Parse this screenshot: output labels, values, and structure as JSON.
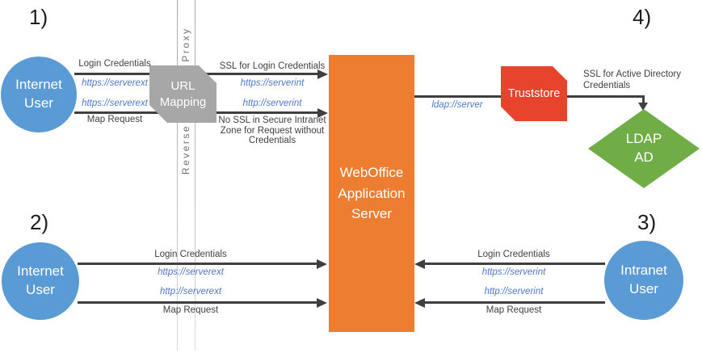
{
  "badges": {
    "one": "1)",
    "two": "2)",
    "three": "3)",
    "four": "4)"
  },
  "proxy": {
    "proxy": "Proxy",
    "reverse": "Reverse"
  },
  "nodes": {
    "internet_user_top": "Internet User",
    "internet_user_bottom": "Internet User",
    "intranet_user": "Intranet User",
    "url_mapping": "URL Mapping",
    "weboffice": "WebOffice Application Server",
    "truststore": "Truststore",
    "ldap_ad": "LDAP AD"
  },
  "flows": {
    "s1_user_to_proxy": {
      "label_top": "Login Credentials",
      "url_top": "https://serverext",
      "url_bottom": "https://serverext",
      "label_bottom": "Map Request"
    },
    "s1_proxy_to_server": {
      "label_top": "SSL for Login Credentials",
      "url_top": "https://serverint",
      "url_bottom": "http://serverint",
      "note": "No SSL in Secure Intranet Zone for Request without Credentials"
    },
    "server_to_truststore": {
      "url": "ldap://server"
    },
    "truststore_to_ldap": {
      "label": "SSL for Active Directory Credentials"
    },
    "s2_user_to_server": {
      "label_top": "Login Credentials",
      "url_top": "https://serverext",
      "url_bottom": "http://serverext",
      "label_bottom": "Map Request"
    },
    "s3_user_to_server": {
      "label_top": "Login Credentials",
      "url_top": "https://serverint",
      "url_bottom": "http://serverint",
      "label_bottom": "Map Request"
    }
  },
  "colors": {
    "user_blue": "#5b9bd5",
    "mapping_gray": "#a7a7a7",
    "server_orange": "#ed7d31",
    "truststore_red": "#e8432d",
    "ldap_green": "#70ad47",
    "connector_dark": "#3f3f3f",
    "url_blue": "#4e79c5"
  }
}
